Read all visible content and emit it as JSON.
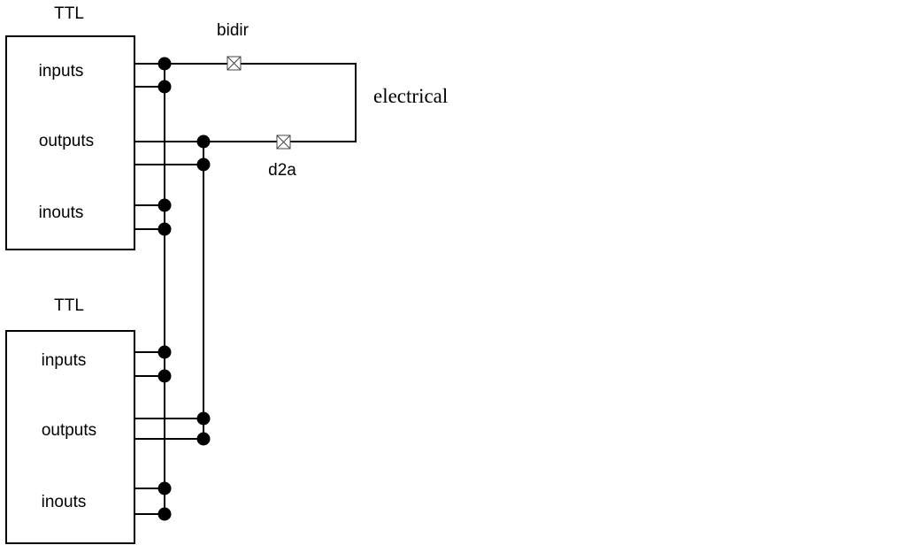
{
  "blocks": [
    {
      "title": "TTL",
      "ports": [
        "inputs",
        "outputs",
        "inouts"
      ]
    },
    {
      "title": "TTL",
      "ports": [
        "inputs",
        "outputs",
        "inouts"
      ]
    }
  ],
  "electrical": {
    "label": "electrical"
  },
  "switches": {
    "bidir": {
      "label": "bidir"
    },
    "d2a": {
      "label": "d2a"
    }
  },
  "colors": {
    "line": "#000000",
    "background": "#ffffff"
  }
}
